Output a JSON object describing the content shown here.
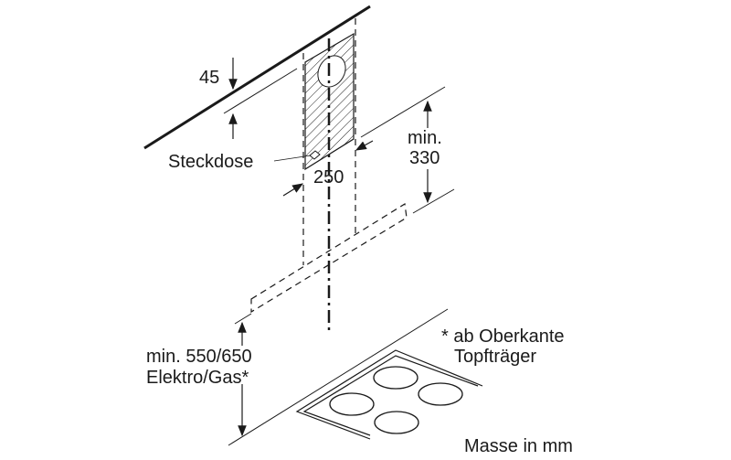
{
  "labels": {
    "dim_45": "45",
    "socket": "Steckdose",
    "dim_250": "250",
    "min_label": "min.",
    "dim_330": "330",
    "min_height": "min. 550/650",
    "electric_gas": "Elektro/Gas*",
    "footnote_line1": "* ab Oberkante",
    "footnote_line2": "Topfträger",
    "units": "Masse in mm"
  },
  "colors": {
    "line": "#1a1a1a",
    "background": "#ffffff"
  }
}
